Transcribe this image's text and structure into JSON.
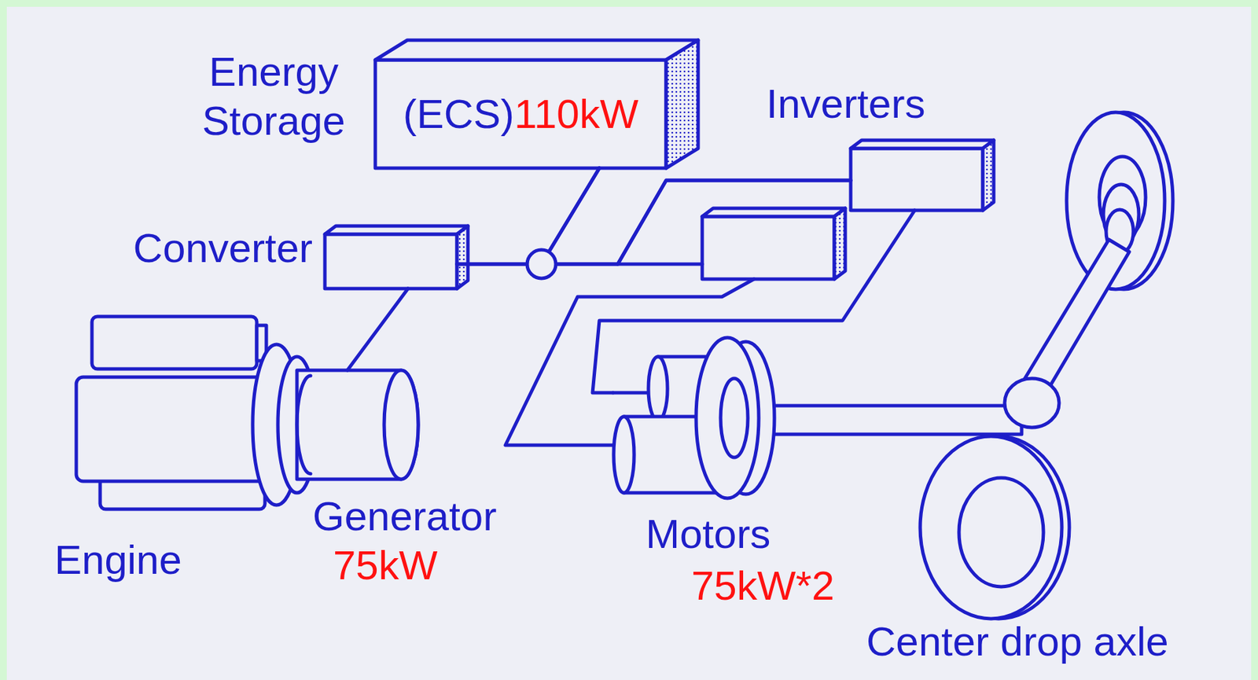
{
  "diagram": {
    "nodes": [
      {
        "text": [
          "Energy Storage",
          "(ECS)",
          "110kW"
        ]
      },
      {
        "text": [
          "Inverters"
        ]
      },
      {
        "text": [
          "Converter"
        ]
      },
      {
        "text": [
          "Generator",
          "75kW"
        ]
      },
      {
        "text": [
          "Motors",
          "75kW*2"
        ]
      }
    ],
    "edges": [
      {
        "from": 3,
        "to": 2,
        "arrow": "none"
      },
      {
        "from": 2,
        "to": 0,
        "arrow": "none"
      },
      {
        "from": 2,
        "to": 1,
        "arrow": "none"
      },
      {
        "from": 0,
        "to": 1,
        "arrow": "none"
      },
      {
        "from": 1,
        "to": 4,
        "arrow": "none"
      }
    ],
    "labels": [
      "Engine",
      "Center drop axle"
    ]
  }
}
